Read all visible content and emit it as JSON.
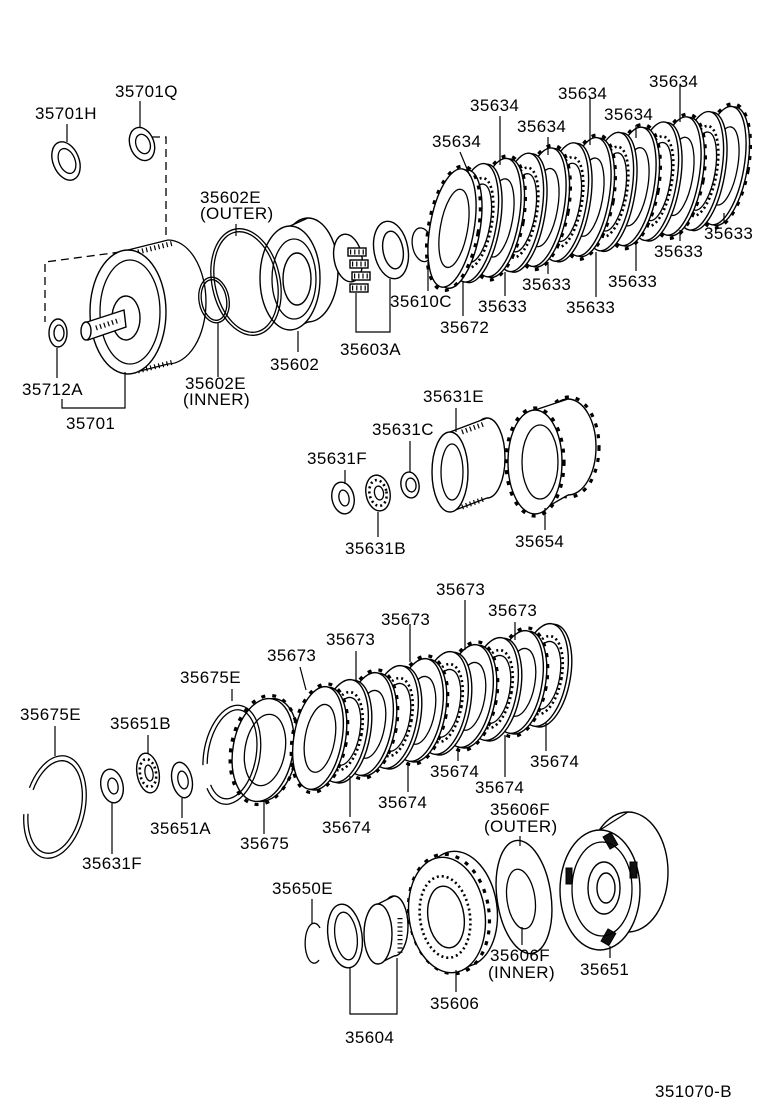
{
  "diagram_code": "351070-B",
  "callouts": {
    "c35701H": "35701H",
    "c35701Q": "35701Q",
    "c35602E_outer": "35602E",
    "c35602E_outer_note": "(OUTER)",
    "c35602E_inner": "35602E",
    "c35602E_inner_note": "(INNER)",
    "c35712A": "35712A",
    "c35701": "35701",
    "c35602": "35602",
    "c35603A": "35603A",
    "c35610C": "35610C",
    "c35672": "35672",
    "c35634": [
      "35634",
      "35634",
      "35634",
      "35634",
      "35634",
      "35634"
    ],
    "c35633": [
      "35633",
      "35633",
      "35633",
      "35633",
      "35633",
      "35633"
    ],
    "c35631E": "35631E",
    "c35631C": "35631C",
    "c35631F": [
      "35631F",
      "35631F"
    ],
    "c35631B": "35631B",
    "c35654": "35654",
    "c35673": [
      "35673",
      "35673",
      "35673",
      "35673",
      "35673"
    ],
    "c35675E": [
      "35675E",
      "35675E"
    ],
    "c35651B": "35651B",
    "c35674": [
      "35674",
      "35674",
      "35674",
      "35674",
      "35674"
    ],
    "c35651A": "35651A",
    "c35675": "35675",
    "c35606F_outer": "35606F",
    "c35606F_outer_note": "(OUTER)",
    "c35650E": "35650E",
    "c35606F_inner": "35606F",
    "c35606F_inner_note": "(INNER)",
    "c35651": "35651",
    "c35606": "35606",
    "c35604": "35604"
  }
}
